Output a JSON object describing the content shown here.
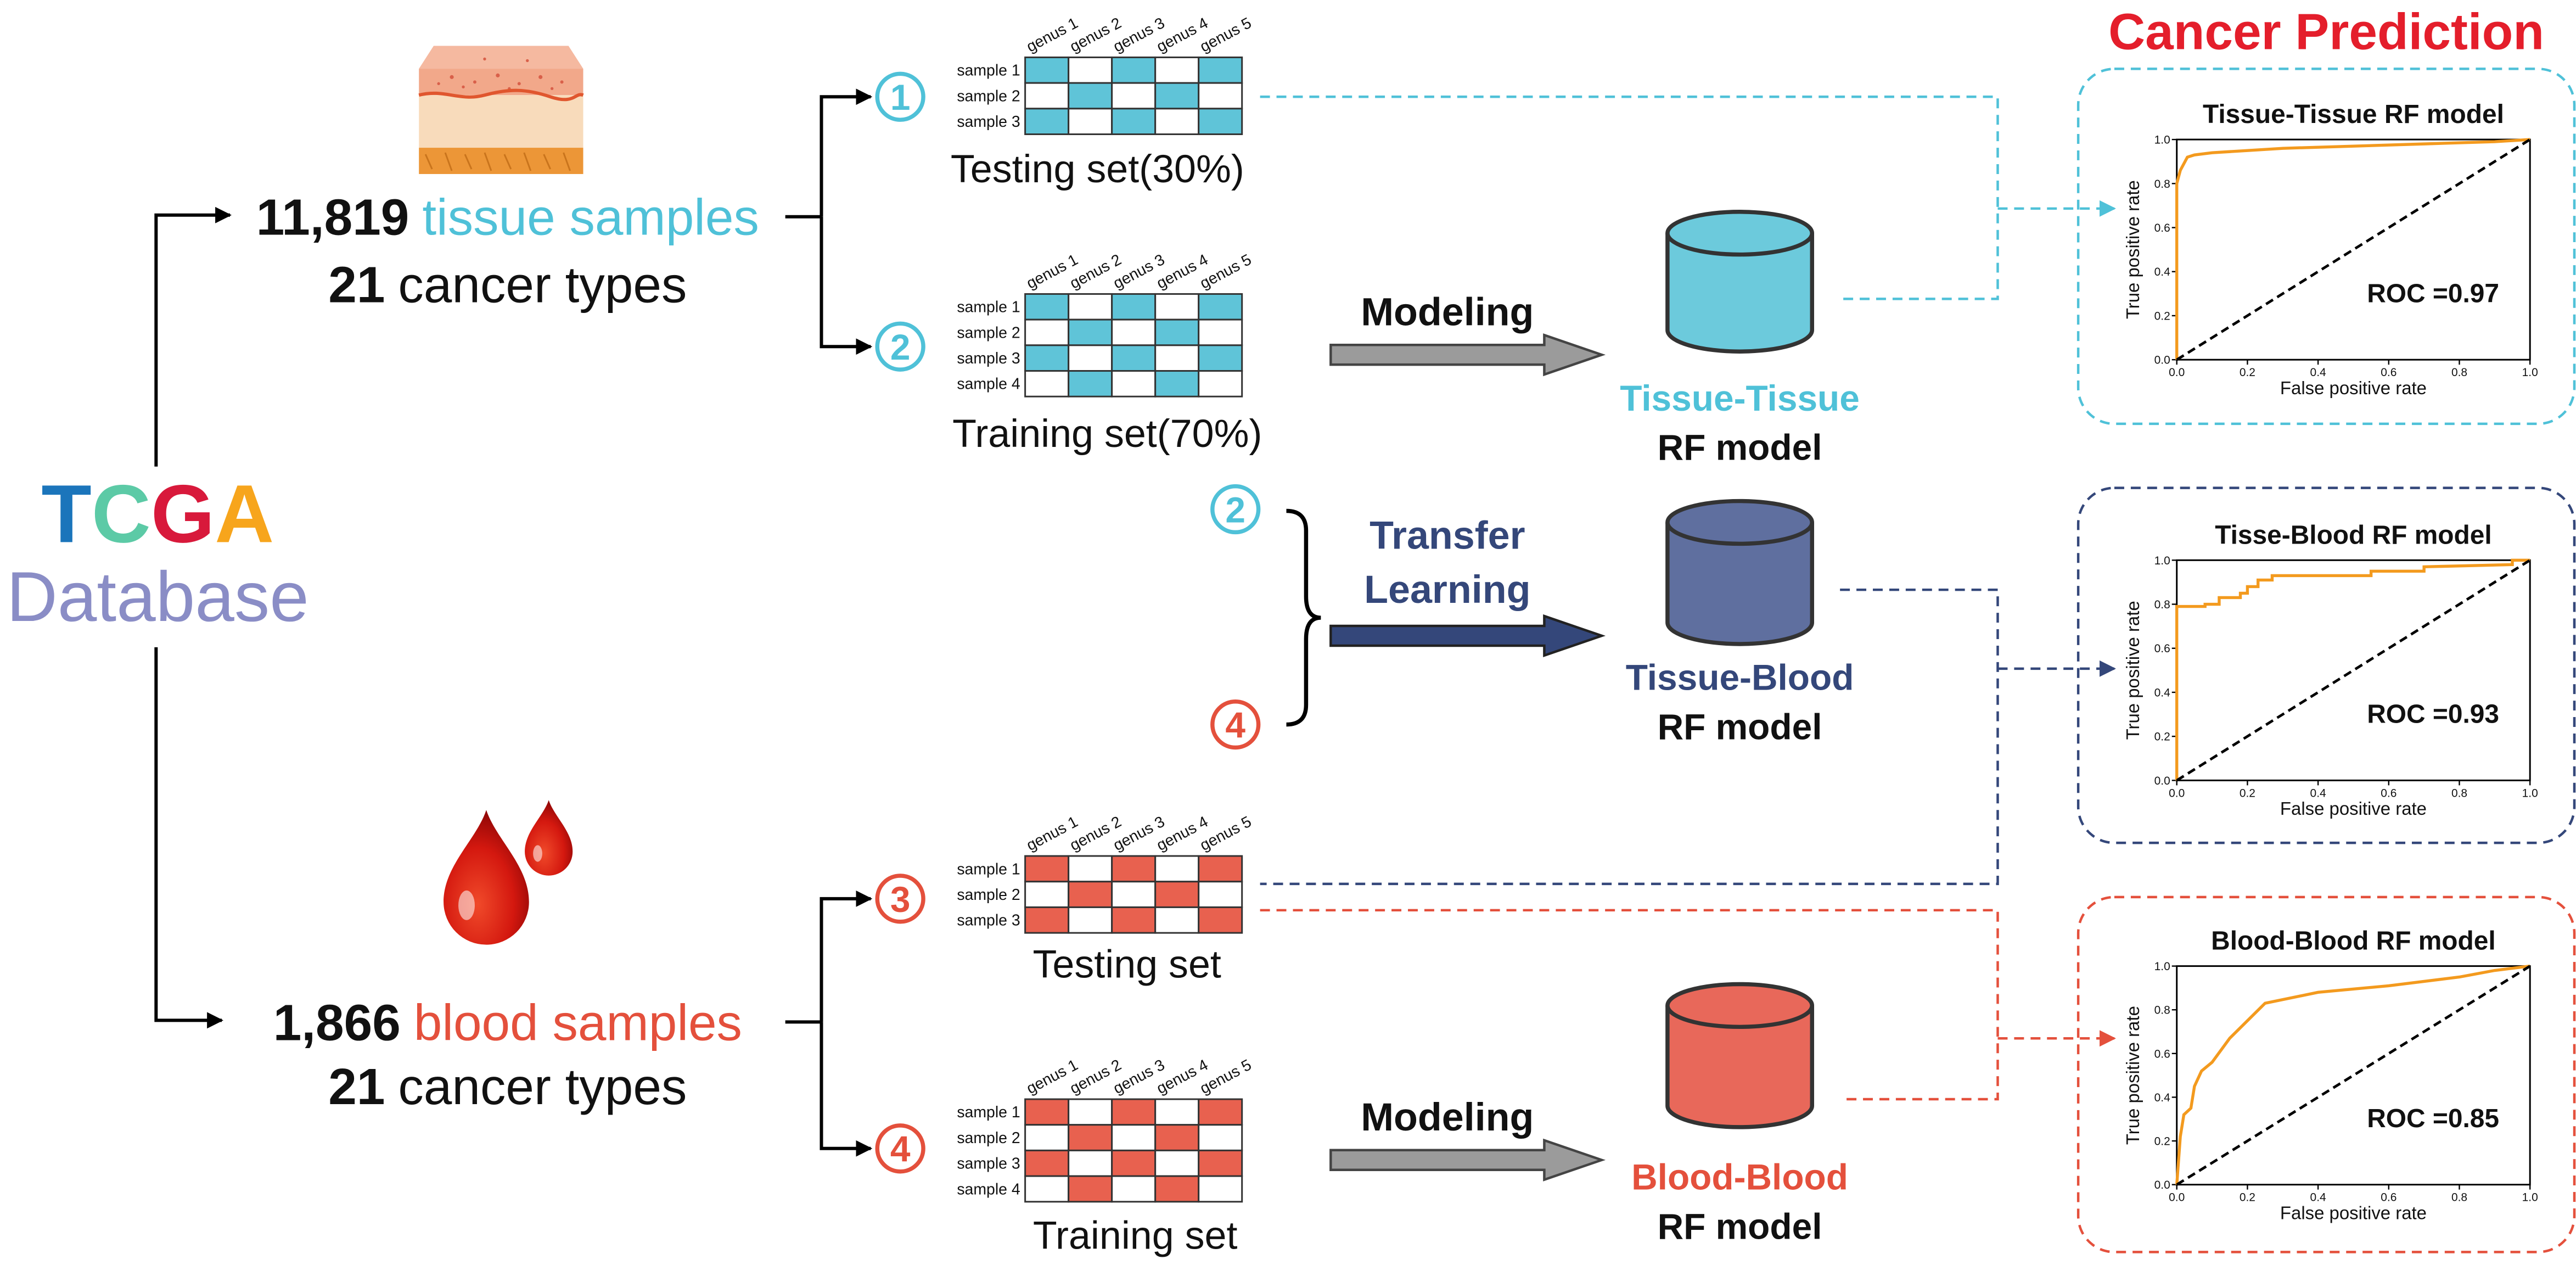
{
  "header": {
    "title": "Cancer Prediction",
    "color": "#e41e2b"
  },
  "source": {
    "letters": [
      "T",
      "C",
      "G",
      "A"
    ],
    "letter_colors": [
      "#1b75bb",
      "#5ccaa6",
      "#d8193b",
      "#f7a51c"
    ],
    "name": "Database",
    "name_color": "#8a8dc6"
  },
  "tissue": {
    "count": "11,819",
    "label": "tissue samples",
    "types_count": "21",
    "types_label": "cancer types",
    "color": "#4fc1d8"
  },
  "blood": {
    "count": "1,866",
    "label": "blood samples",
    "types_count": "21",
    "types_label": "cancer types",
    "color": "#e4503c"
  },
  "steps": {
    "tissue_testing": "1",
    "tissue_training": "2",
    "transfer_tissue": "2",
    "transfer_blood": "4",
    "blood_testing": "3",
    "blood_training": "4"
  },
  "grids": [
    {
      "id": "tissue-testing",
      "caption": "Testing set(30%)",
      "columns": [
        "genus 1",
        "genus 2",
        "genus 3",
        "genus 4",
        "genus 5"
      ],
      "rows": [
        "sample 1",
        "sample 2",
        "sample 3"
      ],
      "pattern": [
        [
          1,
          0,
          1,
          0,
          1
        ],
        [
          0,
          1,
          0,
          1,
          0
        ],
        [
          1,
          0,
          1,
          0,
          1
        ]
      ],
      "color": "#5fc4d8"
    },
    {
      "id": "tissue-training",
      "caption": "Training set(70%)",
      "columns": [
        "genus 1",
        "genus 2",
        "genus 3",
        "genus 4",
        "genus 5"
      ],
      "rows": [
        "sample 1",
        "sample 2",
        "sample 3",
        "sample 4"
      ],
      "pattern": [
        [
          1,
          0,
          1,
          0,
          1
        ],
        [
          0,
          1,
          0,
          1,
          0
        ],
        [
          1,
          0,
          1,
          0,
          1
        ],
        [
          0,
          1,
          0,
          1,
          0
        ]
      ],
      "color": "#5fc4d8"
    },
    {
      "id": "blood-testing",
      "caption": "Testing set",
      "columns": [
        "genus 1",
        "genus 2",
        "genus 3",
        "genus 4",
        "genus 5"
      ],
      "rows": [
        "sample 1",
        "sample 2",
        "sample 3"
      ],
      "pattern": [
        [
          1,
          0,
          1,
          0,
          1
        ],
        [
          0,
          1,
          0,
          1,
          0
        ],
        [
          1,
          0,
          1,
          0,
          1
        ]
      ],
      "color": "#e8614f"
    },
    {
      "id": "blood-training",
      "caption": "Training set",
      "columns": [
        "genus 1",
        "genus 2",
        "genus 3",
        "genus 4",
        "genus 5"
      ],
      "rows": [
        "sample 1",
        "sample 2",
        "sample 3",
        "sample 4"
      ],
      "pattern": [
        [
          1,
          0,
          1,
          0,
          1
        ],
        [
          0,
          1,
          0,
          1,
          0
        ],
        [
          1,
          0,
          1,
          0,
          1
        ],
        [
          0,
          1,
          0,
          1,
          0
        ]
      ],
      "color": "#e8614f"
    }
  ],
  "actions": {
    "modeling_top": "Modeling",
    "transfer_line1": "Transfer",
    "transfer_line2": "Learning",
    "modeling_bottom": "Modeling"
  },
  "models": [
    {
      "name": "Tissue-Tissue",
      "type": "RF model",
      "color": "#4fc1d8",
      "fill": "#6ccadc"
    },
    {
      "name": "Tissue-Blood",
      "type": "RF model",
      "color": "#34477a",
      "fill": "#5f6f9f"
    },
    {
      "name": "Blood-Blood",
      "type": "RF model",
      "color": "#e4503c",
      "fill": "#e8685a"
    }
  ],
  "chart_data": [
    {
      "type": "line",
      "title": "Tissue-Tissue RF model",
      "xlabel": "False positive rate",
      "ylabel": "True positive rate",
      "xlim": [
        0,
        1
      ],
      "ylim": [
        0,
        1
      ],
      "xticks": [
        "0.0",
        "0.2",
        "0.4",
        "0.6",
        "0.8",
        "1.0"
      ],
      "yticks": [
        "0.0",
        "0.2",
        "0.4",
        "0.6",
        "0.8",
        "1.0"
      ],
      "annotation": "ROC =0.97",
      "panel_color": "#4fc1d8",
      "series": [
        {
          "x": [
            0,
            0,
            0.01,
            0.03,
            0.05,
            0.1,
            0.2,
            0.3,
            0.5,
            0.7,
            0.9,
            1.0
          ],
          "y": [
            0,
            0.8,
            0.86,
            0.92,
            0.93,
            0.94,
            0.95,
            0.96,
            0.97,
            0.98,
            0.99,
            1.0
          ],
          "color": "#f39a1e"
        },
        {
          "x": [
            0,
            1
          ],
          "y": [
            0,
            1
          ],
          "color": "#000000",
          "style": "dashed"
        }
      ]
    },
    {
      "type": "line",
      "title": "Tisse-Blood RF model",
      "xlabel": "False positive rate",
      "ylabel": "True positive rate",
      "xlim": [
        0,
        1
      ],
      "ylim": [
        0,
        1
      ],
      "xticks": [
        "0.0",
        "0.2",
        "0.4",
        "0.6",
        "0.8",
        "1.0"
      ],
      "yticks": [
        "0.0",
        "0.2",
        "0.4",
        "0.6",
        "0.8",
        "1.0"
      ],
      "annotation": "ROC =0.93",
      "panel_color": "#34477a",
      "series": [
        {
          "x": [
            0,
            0,
            0.08,
            0.08,
            0.12,
            0.12,
            0.18,
            0.18,
            0.2,
            0.2,
            0.23,
            0.23,
            0.27,
            0.27,
            0.55,
            0.55,
            0.7,
            0.7,
            0.95,
            0.95,
            1.0
          ],
          "y": [
            0,
            0.79,
            0.79,
            0.8,
            0.8,
            0.83,
            0.83,
            0.85,
            0.85,
            0.88,
            0.88,
            0.91,
            0.91,
            0.93,
            0.93,
            0.95,
            0.95,
            0.97,
            0.98,
            1.0,
            1.0
          ],
          "color": "#f39a1e"
        },
        {
          "x": [
            0,
            1
          ],
          "y": [
            0,
            1
          ],
          "color": "#000000",
          "style": "dashed"
        }
      ]
    },
    {
      "type": "line",
      "title": "Blood-Blood RF model",
      "xlabel": "False positive rate",
      "ylabel": "True positive rate",
      "xlim": [
        0,
        1
      ],
      "ylim": [
        0,
        1
      ],
      "xticks": [
        "0.0",
        "0.2",
        "0.4",
        "0.6",
        "0.8",
        "1.0"
      ],
      "yticks": [
        "0.0",
        "0.2",
        "0.4",
        "0.6",
        "0.8",
        "1.0"
      ],
      "annotation": "ROC =0.85",
      "panel_color": "#e4503c",
      "series": [
        {
          "x": [
            0,
            0.01,
            0.02,
            0.04,
            0.05,
            0.07,
            0.1,
            0.15,
            0.2,
            0.25,
            0.4,
            0.6,
            0.8,
            0.9,
            1.0
          ],
          "y": [
            0,
            0.22,
            0.32,
            0.35,
            0.45,
            0.52,
            0.56,
            0.67,
            0.75,
            0.83,
            0.88,
            0.91,
            0.95,
            0.98,
            1.0
          ],
          "color": "#f39a1e"
        },
        {
          "x": [
            0,
            1
          ],
          "y": [
            0,
            1
          ],
          "color": "#000000",
          "style": "dashed"
        }
      ]
    }
  ]
}
